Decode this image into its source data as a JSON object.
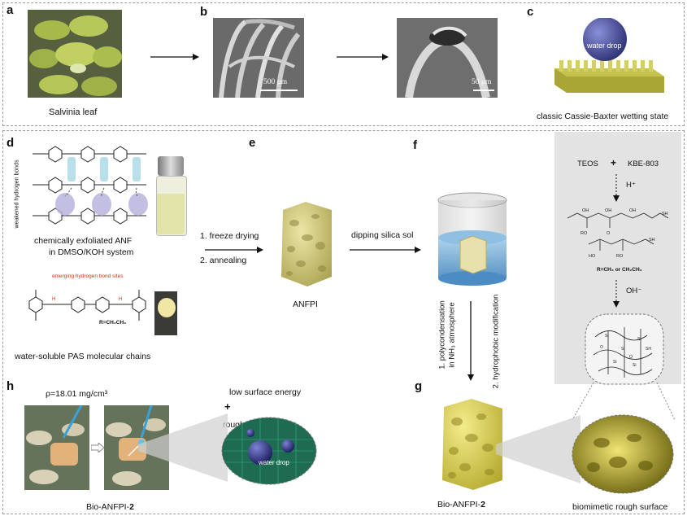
{
  "panels": {
    "a": {
      "letter": "a",
      "caption": "Salvinia leaf"
    },
    "b": {
      "letter": "b",
      "scale1": "500 μm",
      "scale2": "50 μm"
    },
    "c": {
      "letter": "c",
      "drop_label": "water drop",
      "caption": "classic Cassie-Baxter wetting state"
    },
    "d": {
      "letter": "d",
      "side_label": "weakened hydrogen bonds",
      "caption_line1": "chemically exfoliated ANF",
      "caption_line2": "in DMSO/KOH system",
      "emerging": "emerging hydrogen bond sites",
      "r_group": "R=CH₂CH₃",
      "pas_caption": "water-soluble PAS molecular chains"
    },
    "e": {
      "letter": "e",
      "step1": "1. freeze drying",
      "step2": "2. annealing",
      "caption": "ANFPI"
    },
    "f": {
      "letter": "f",
      "step": "dipping silica sol",
      "vstep1": "1. polycondensation",
      "vstep1b": "in NH₃ atmosphere",
      "vstep2": "2. hydrophobic modification"
    },
    "right": {
      "teos": "TEOS",
      "plus": "+",
      "kbe": "KBE-803",
      "acid": "H⁺",
      "r_label": "R=CH₃ or CH₂CH₃",
      "base": "OH⁻"
    },
    "g": {
      "letter": "g",
      "caption": "Bio-ANFPI-",
      "caption_num": "2",
      "surface": "biomimetic rough surface"
    },
    "h": {
      "letter": "h",
      "density": "ρ=18.01 mg/cm³",
      "low_energy": "low surface energy",
      "plus": "+",
      "rough": "rough surface",
      "drop_label": "water drop",
      "caption": "Bio-ANFPI-",
      "caption_num": "2"
    }
  },
  "colors": {
    "sponge": "#d9d38a",
    "sponge_dark": "#a9a04e",
    "grid_green": "#1b7a5a",
    "drop_blue": "#3a3f8c",
    "gold": "#c8bf4a"
  }
}
